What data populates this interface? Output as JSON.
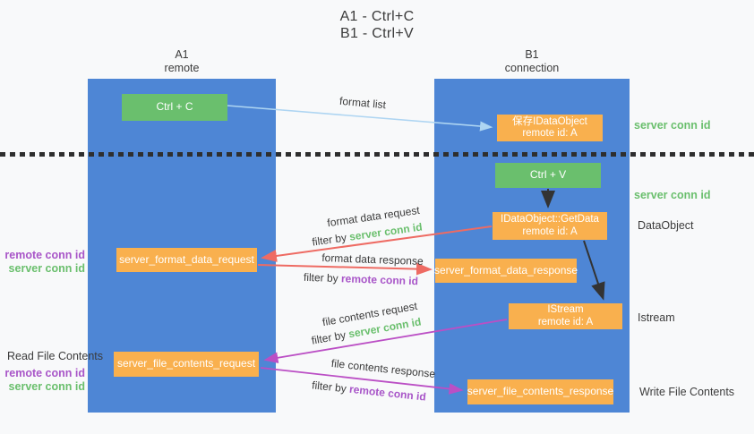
{
  "title": {
    "line1": "A1 - Ctrl+C",
    "line2": "B1 - Ctrl+V"
  },
  "lanes": {
    "left": {
      "name": "A1",
      "subtitle": "remote"
    },
    "right": {
      "name": "B1",
      "subtitle": "connection"
    }
  },
  "boxes": {
    "ctrl_c": "Ctrl + C",
    "ctrl_v": "Ctrl + V",
    "save_idataobject": {
      "title": "保存IDataObject",
      "subtitle": "remote id: A"
    },
    "getdata": {
      "title": "IDataObject::GetData",
      "subtitle": "remote id: A"
    },
    "istream": {
      "title": "IStream",
      "subtitle": "remote id: A"
    },
    "format_request": "server_format_data_request",
    "format_response": "server_format_data_response",
    "file_request": "server_file_contents_request",
    "file_response": "server_file_contents_response"
  },
  "arrows": {
    "format_list": "format list",
    "format_data_request": "format data request",
    "format_data_response": "format data response",
    "file_contents_request": "file contents request",
    "file_contents_response": "file contents response"
  },
  "terms": {
    "filter_by": "filter by",
    "server_conn_id": "server conn id",
    "remote_conn_id": "remote conn id"
  },
  "side_labels": {
    "dataobject": "DataObject",
    "istream": "Istream",
    "write_file_contents": "Write File Contents",
    "read_file_contents": "Read File Contents"
  },
  "colors": {
    "lane_blue": "#4e86d5",
    "box_green": "#6abf6d",
    "box_orange": "#f9b04e",
    "arrow_red": "#ee6b63",
    "arrow_magenta": "#bb4fc5",
    "arrow_light_blue": "#aed5f2",
    "arrow_black": "#333333",
    "text_green": "#6abf6d",
    "text_purple": "#a855c8",
    "text_dark": "#3b3b3b",
    "dotted_line": "#2e2e2e",
    "background": "#f8f9fa"
  }
}
